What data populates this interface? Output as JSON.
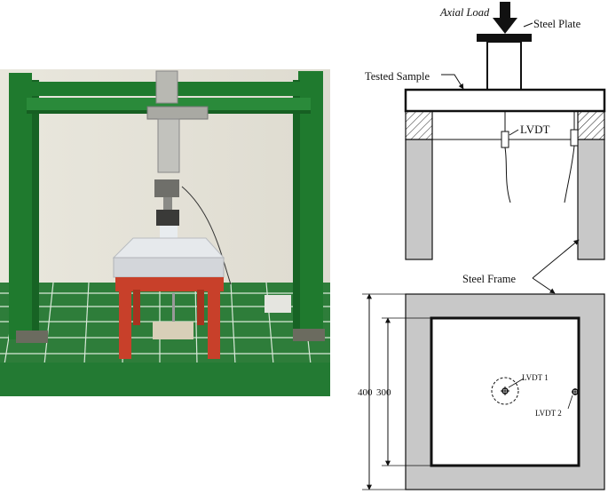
{
  "photo": {
    "description_icon": "test-rig-photo"
  },
  "diagram": {
    "labels": {
      "axial_load": "Axial Load",
      "steel_plate": "Steel Plate",
      "tested_sample": "Tested Sample",
      "lvdt": "LVDT",
      "steel_frame": "Steel Frame",
      "lvdt1": "LVDT 1",
      "lvdt2": "LVDT 2",
      "dim_outer": "400",
      "dim_inner": "300"
    },
    "colors": {
      "frame_gray": "#c8c8c8",
      "line": "#111111",
      "rig_green": "#1f7a2e",
      "stand_red": "#c8402a",
      "slab_gray": "#d9dcdf"
    }
  }
}
